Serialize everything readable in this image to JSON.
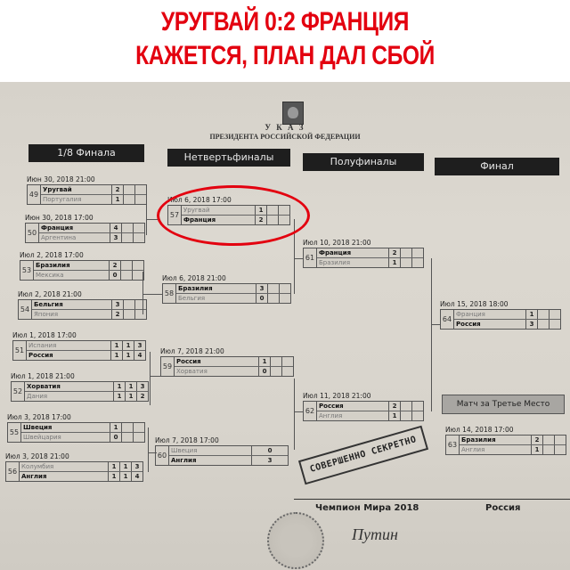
{
  "headline": {
    "line1": "УРУГВАЙ 0:2 ФРАНЦИЯ",
    "line2": "КАЖЕТСЯ, ПЛАН ДАЛ СБОЙ",
    "color": "#e3000f"
  },
  "document": {
    "emblem": "russian-coat-of-arms-icon",
    "title": "У К А З",
    "subtitle": "ПРЕЗИДЕНТА РОССИЙСКОЙ ФЕДЕРАЦИИ",
    "stages": [
      "1/8 Финала",
      "Нетвертьфиналы",
      "Полуфиналы",
      "Финал"
    ],
    "third_place_label": "Матч за Третье Место",
    "stamp": "СОВЕРШЕННО СЕКРЕТНО",
    "champion_label": "Чемпион Мира 2018",
    "champion_value": "Россия",
    "signature": "Путин"
  },
  "matches": {
    "m49": {
      "num": "49",
      "date": "Июн 30, 2018   21:00",
      "t1": "Уругвай",
      "s1": [
        "2",
        "",
        ""
      ],
      "t2": "Португалия",
      "s2": [
        "1",
        "",
        ""
      ],
      "winner": 1
    },
    "m50": {
      "num": "50",
      "date": "Июн 30, 2018   17:00",
      "t1": "Франция",
      "s1": [
        "4",
        "",
        ""
      ],
      "t2": "Аргентина",
      "s2": [
        "3",
        "",
        ""
      ],
      "winner": 1
    },
    "m53": {
      "num": "53",
      "date": "Июл 2, 2018   17:00",
      "t1": "Бразилия",
      "s1": [
        "2",
        "",
        ""
      ],
      "t2": "Мексика",
      "s2": [
        "0",
        "",
        ""
      ],
      "winner": 1
    },
    "m54": {
      "num": "54",
      "date": "Июл 2, 2018   21:00",
      "t1": "Бельгия",
      "s1": [
        "3",
        "",
        ""
      ],
      "t2": "Япония",
      "s2": [
        "2",
        "",
        ""
      ],
      "winner": 1
    },
    "m51": {
      "num": "51",
      "date": "Июл 1, 2018   17:00",
      "t1": "Испания",
      "s1": [
        "1",
        "1",
        "3"
      ],
      "t2": "Россия",
      "s2": [
        "1",
        "1",
        "4"
      ],
      "winner": 2
    },
    "m52": {
      "num": "52",
      "date": "Июл 1, 2018   21:00",
      "t1": "Хорватия",
      "s1": [
        "1",
        "1",
        "3"
      ],
      "t2": "Дания",
      "s2": [
        "1",
        "1",
        "2"
      ],
      "winner": 1
    },
    "m55": {
      "num": "55",
      "date": "Июл 3, 2018   17:00",
      "t1": "Швеция",
      "s1": [
        "1",
        "",
        ""
      ],
      "t2": "Швейцария",
      "s2": [
        "0",
        "",
        ""
      ],
      "winner": 1
    },
    "m56": {
      "num": "56",
      "date": "Июл 3, 2018   21:00",
      "t1": "Колумбия",
      "s1": [
        "1",
        "1",
        "3"
      ],
      "t2": "Англия",
      "s2": [
        "1",
        "1",
        "4"
      ],
      "winner": 2
    },
    "m57": {
      "num": "57",
      "date": "Июл 6, 2018   17:00",
      "t1": "Уругвай",
      "s1": [
        "1",
        "",
        ""
      ],
      "t2": "Франция",
      "s2": [
        "2",
        "",
        ""
      ],
      "winner": 2
    },
    "m58": {
      "num": "58",
      "date": "Июл 6, 2018   21:00",
      "t1": "Бразилия",
      "s1": [
        "3",
        "",
        ""
      ],
      "t2": "Бельгия",
      "s2": [
        "0",
        "",
        ""
      ],
      "winner": 1
    },
    "m59": {
      "num": "59",
      "date": "Июл 7, 2018   21:00",
      "t1": "Россия",
      "s1": [
        "1",
        "",
        ""
      ],
      "t2": "Хорватия",
      "s2": [
        "0",
        "",
        ""
      ],
      "winner": 1
    },
    "m60": {
      "num": "60",
      "date": "Июл 7, 2018   17:00",
      "t1": "Швеция",
      "s1": [
        "0"
      ],
      "t2": "Англия",
      "s2": [
        "3"
      ],
      "winner": 2
    },
    "m61": {
      "num": "61",
      "date": "Июл 10, 2018   21:00",
      "t1": "Франция",
      "s1": [
        "2",
        "",
        ""
      ],
      "t2": "Бразилия",
      "s2": [
        "1",
        "",
        ""
      ],
      "winner": 1
    },
    "m62": {
      "num": "62",
      "date": "Июл 11, 2018   21:00",
      "t1": "Россия",
      "s1": [
        "2",
        "",
        ""
      ],
      "t2": "Англия",
      "s2": [
        "1",
        "",
        ""
      ],
      "winner": 1
    },
    "m64": {
      "num": "64",
      "date": "Июл 15, 2018   18:00",
      "t1": "Франция",
      "s1": [
        "1",
        "",
        ""
      ],
      "t2": "Россия",
      "s2": [
        "3",
        "",
        ""
      ],
      "winner": 2
    },
    "m63": {
      "num": "63",
      "date": "Июл 14, 2018   17:00",
      "t1": "Бразилия",
      "s1": [
        "2",
        "",
        ""
      ],
      "t2": "Англия",
      "s2": [
        "1",
        "",
        ""
      ],
      "winner": 1
    }
  }
}
